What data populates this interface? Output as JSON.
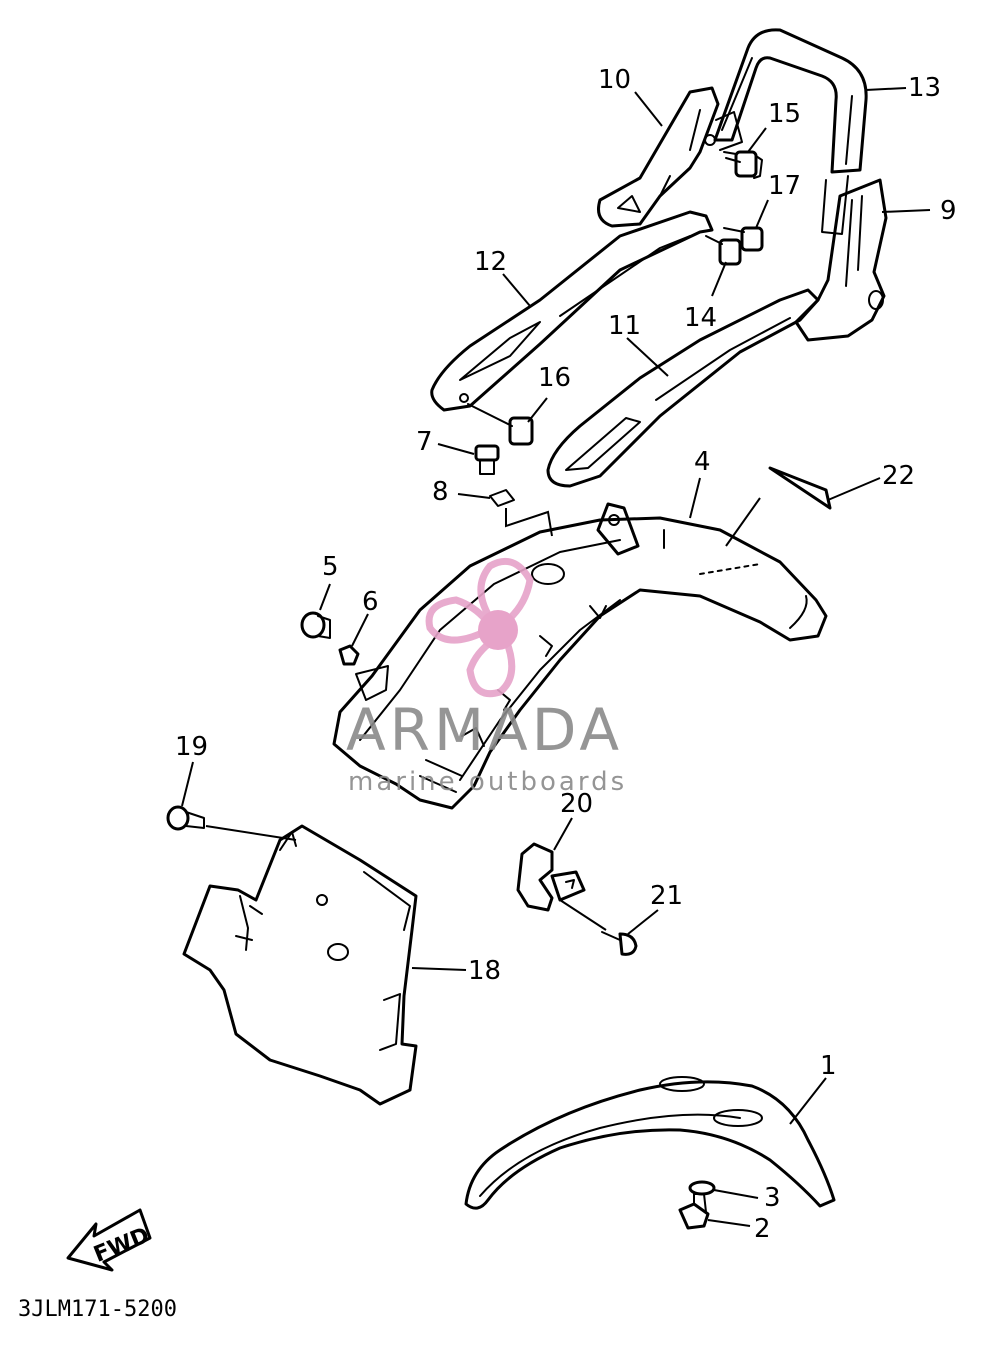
{
  "diagram": {
    "code": "3JLM171-5200",
    "fwd_label": "FWD",
    "callouts": [
      "1",
      "2",
      "3",
      "4",
      "5",
      "6",
      "7",
      "8",
      "9",
      "10",
      "11",
      "12",
      "13",
      "14",
      "15",
      "16",
      "17",
      "18",
      "19",
      "20",
      "21",
      "22"
    ]
  },
  "watermark": {
    "brand": "ARMADA",
    "tagline": "marine outboards",
    "colors": {
      "text": "#8a8a8a",
      "propeller": "#e6a3c9",
      "hub": "#e59ac4"
    },
    "logo_icon": "propeller-icon"
  }
}
